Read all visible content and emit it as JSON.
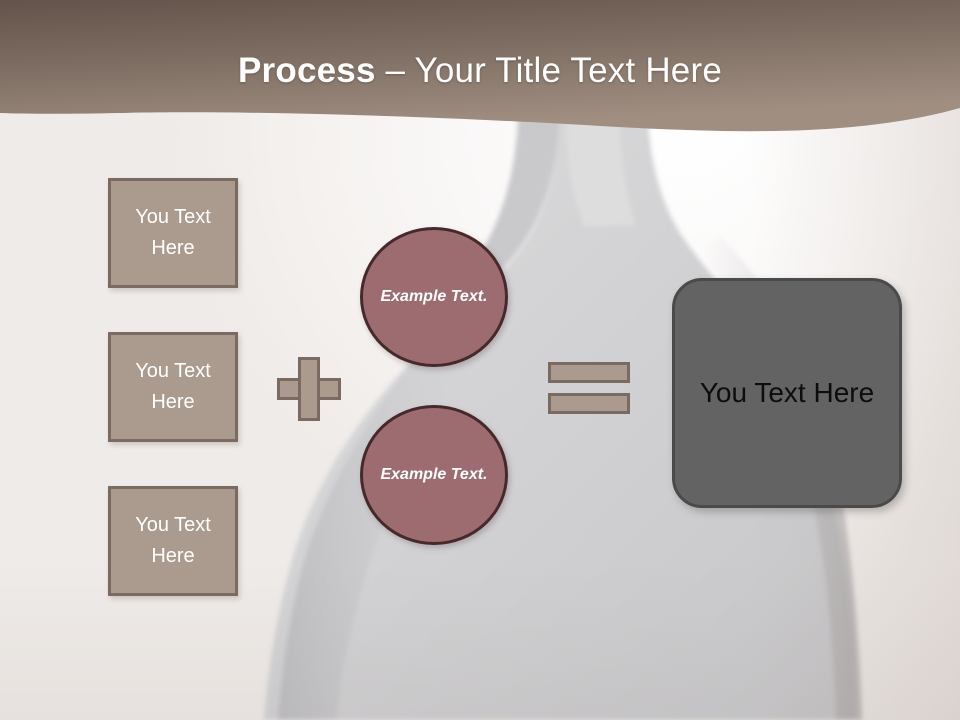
{
  "slide": {
    "title_strong": "Process",
    "title_rest": " – Your Title Text Here"
  },
  "left_boxes": [
    {
      "label": "You Text Here"
    },
    {
      "label": "You Text Here"
    },
    {
      "label": "You Text Here"
    }
  ],
  "operators": {
    "plus": "plus-sign",
    "equals": "equals-sign"
  },
  "circles": [
    {
      "label": "Example Text."
    },
    {
      "label": "Example Text."
    }
  ],
  "result": {
    "label": "You Text Here"
  },
  "colors": {
    "header_top": "#6b5a50",
    "header_bottom": "#9d8b7e",
    "box_fill": "#ab9a8e",
    "box_border": "#7b6a61",
    "circle_fill": "#9d6c70",
    "circle_border": "#47292c",
    "result_fill": "#636363",
    "result_border": "#4a4a4a",
    "slide_background": "#f2efed",
    "silhouette": "#cfcfd1"
  }
}
